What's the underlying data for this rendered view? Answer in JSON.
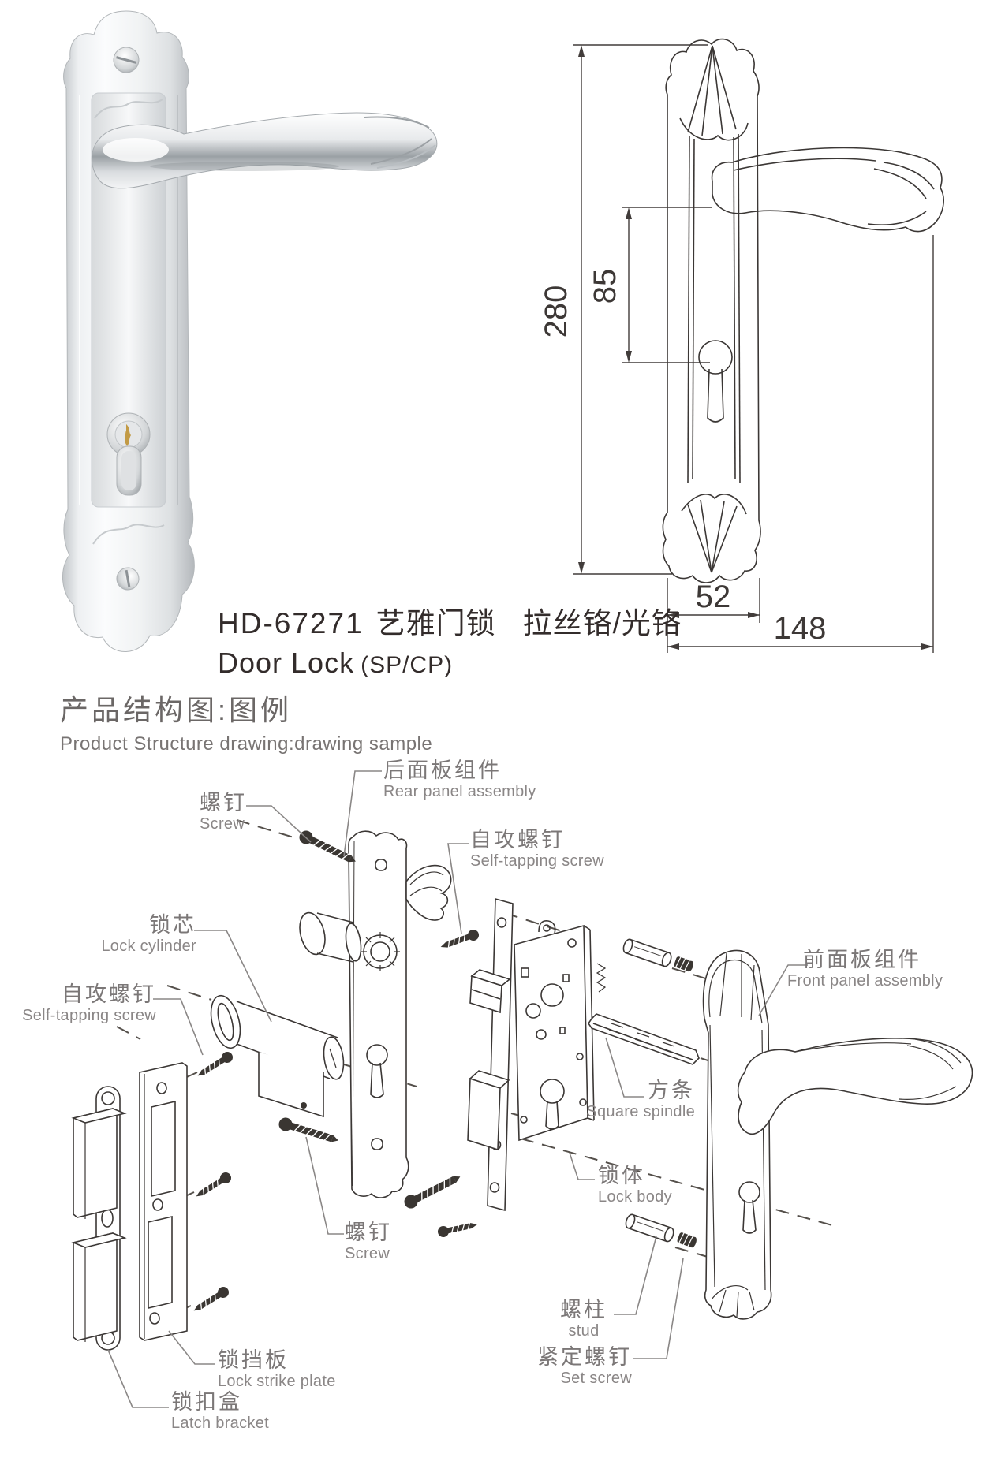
{
  "product": {
    "model": "HD-67271",
    "name_zh": "艺雅门锁",
    "finish_zh": "拉丝铬/光铬",
    "name_en": "Door Lock",
    "type_en": "(SP/CP)"
  },
  "section": {
    "title_zh": "产品结构图:图例",
    "title_en": "Product Structure drawing:drawing sample"
  },
  "dimensions": {
    "plate_height_mm": "280",
    "handle_to_cylinder_mm": "85",
    "plate_width_mm": "52",
    "overall_width_mm": "148"
  },
  "callouts": [
    {
      "id": "screw-top",
      "zh": "螺钉",
      "en": "Screw"
    },
    {
      "id": "rear-panel",
      "zh": "后面板组件",
      "en": "Rear panel assembly"
    },
    {
      "id": "self-tapping-screw-1",
      "zh": "自攻螺钉",
      "en": "Self-tapping screw"
    },
    {
      "id": "lock-cylinder",
      "zh": "锁芯",
      "en": "Lock cylinder"
    },
    {
      "id": "self-tapping-screw-2",
      "zh": "自攻螺钉",
      "en": "Self-tapping screw"
    },
    {
      "id": "front-panel",
      "zh": "前面板组件",
      "en": "Front panel assembly"
    },
    {
      "id": "square-spindle",
      "zh": "方条",
      "en": "Square spindle"
    },
    {
      "id": "lock-body",
      "zh": "锁体",
      "en": "Lock body"
    },
    {
      "id": "screw-bottom",
      "zh": "螺钉",
      "en": "Screw"
    },
    {
      "id": "stud",
      "zh": "螺柱",
      "en": "stud"
    },
    {
      "id": "set-screw",
      "zh": "紧定螺钉",
      "en": "Set screw"
    },
    {
      "id": "lock-strike-plate",
      "zh": "锁挡板",
      "en": "Lock strike plate"
    },
    {
      "id": "latch-bracket",
      "zh": "锁扣盒",
      "en": "Latch bracket"
    }
  ]
}
